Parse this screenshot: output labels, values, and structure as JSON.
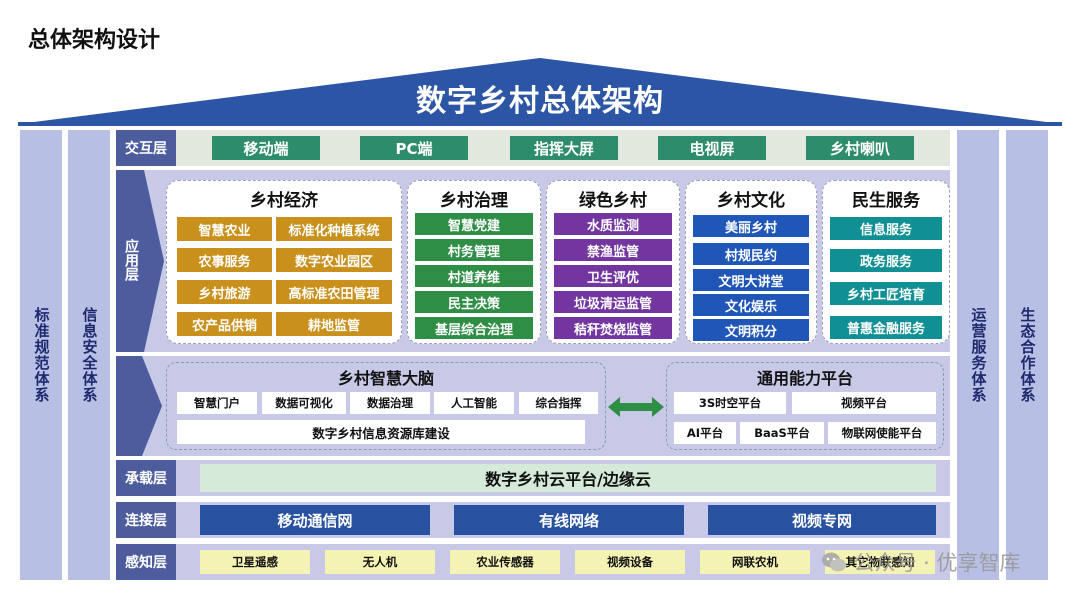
{
  "page_title": "总体架构设计",
  "roof_title": "数字乡村总体架构",
  "pillars": {
    "left_outer": "标准规范体系",
    "left_inner": "信息安全体系",
    "right_inner": "运营服务体系",
    "right_outer": "生态合作体系"
  },
  "interaction_layer": {
    "tag": "交互层",
    "items": [
      "移动端",
      "PC端",
      "指挥大屏",
      "电视屏",
      "乡村喇叭"
    ]
  },
  "application_layer": {
    "tag": "应用层",
    "groups": [
      {
        "title": "乡村经济",
        "items": [
          "智慧农业",
          "标准化种植系统",
          "农事服务",
          "数字农业园区",
          "乡村旅游",
          "高标准农田管理",
          "农产品供销",
          "耕地监管"
        ]
      },
      {
        "title": "乡村治理",
        "items": [
          "智慧党建",
          "村务管理",
          "村道养维",
          "民主决策",
          "基层综合治理"
        ]
      },
      {
        "title": "绿色乡村",
        "items": [
          "水质监测",
          "禁渔监管",
          "卫生评优",
          "垃圾清运监管",
          "秸秆焚烧监管"
        ]
      },
      {
        "title": "乡村文化",
        "items": [
          "美丽乡村",
          "村规民约",
          "文明大讲堂",
          "文化娱乐",
          "文明积分"
        ]
      },
      {
        "title": "民生服务",
        "items": [
          "信息服务",
          "政务服务",
          "乡村工匠培育",
          "普惠金融服务"
        ]
      }
    ]
  },
  "platform_layer": {
    "brain": {
      "title": "乡村智慧大脑",
      "items": [
        "智慧门户",
        "数据可视化",
        "数据治理",
        "人工智能",
        "综合指挥"
      ],
      "base": "数字乡村信息资源库建设"
    },
    "capability": {
      "title": "通用能力平台",
      "items": [
        "3S时空平台",
        "视频平台",
        "AI平台",
        "BaaS平台",
        "物联网使能平台"
      ]
    }
  },
  "carrier_layer": {
    "tag": "承载层",
    "content": "数字乡村云平台/边缘云"
  },
  "connection_layer": {
    "tag": "连接层",
    "items": [
      "移动通信网",
      "有线网络",
      "视频专网"
    ]
  },
  "perception_layer": {
    "tag": "感知层",
    "items": [
      "卫星遥感",
      "无人机",
      "农业传感器",
      "视频设备",
      "网联农机",
      "其它物联感知"
    ]
  },
  "watermark": "公众号 · 优享智库",
  "colors": {
    "roof": "#2d55a6",
    "layer_tag": "#4c5c9c",
    "green_button": "#2d8c6b",
    "economy": "#c9901c",
    "governance": "#2f8e45",
    "green_village": "#7336a0",
    "culture": "#1f56b8",
    "livelihood": "#108f95",
    "network_bar": "#2852a0",
    "sensor_cell": "#f5f3b4",
    "pillar": "#b8bfe4"
  },
  "icons": [
    "double-arrow-icon",
    "chevron-arrow-icon",
    "wechat-icon"
  ]
}
